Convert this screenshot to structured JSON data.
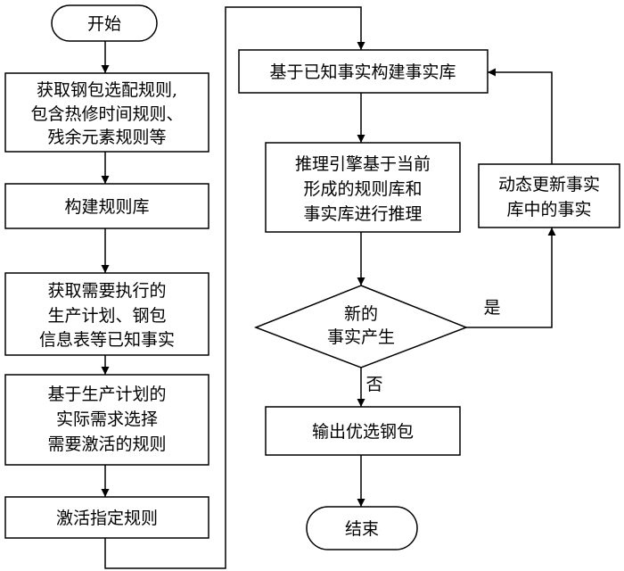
{
  "nodes": {
    "start": "开始",
    "get_rules": [
      "获取钢包选配规则,",
      "包含热修时间规则、",
      "残余元素规则等"
    ],
    "build_rule_base": "构建规则库",
    "get_facts": [
      "获取需要执行的",
      "生产计划、钢包",
      "信息表等已知事实"
    ],
    "select_rules": [
      "基于生产计划的",
      "实际需求选择",
      "需要激活的规则"
    ],
    "activate_rules": "激活指定规则",
    "build_fact_base": "基于已知事实构建事实库",
    "inference": [
      "推理引擎基于当前",
      "形成的规则库和",
      "事实库进行推理"
    ],
    "decision": [
      "新的",
      "事实产生"
    ],
    "update_facts": [
      "动态更新事实",
      "库中的事实"
    ],
    "output": "输出优选钢包",
    "end": "结束"
  },
  "edge_labels": {
    "yes": "是",
    "no": "否"
  }
}
